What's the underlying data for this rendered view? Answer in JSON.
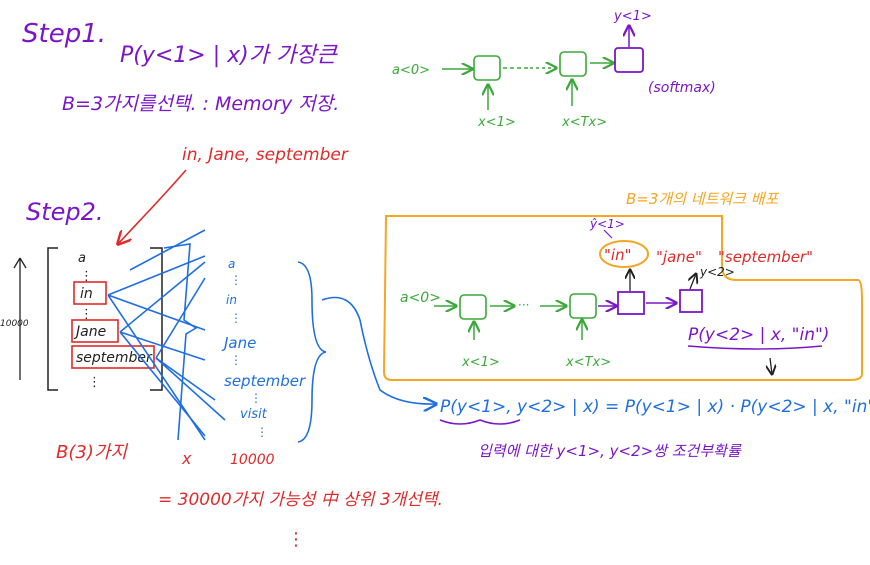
{
  "colors": {
    "purple": "#7a16c8",
    "green": "#3aa83a",
    "red": "#e02a2a",
    "blue": "#1f6fe0",
    "orange": "#f5a623",
    "black": "#222222"
  },
  "step1": {
    "title": "Step1.",
    "prob": "P(y<1> | x)가 가장큰",
    "beam": "B=3가지를선택. : Memory 저장.",
    "rnn": {
      "a0": "a<0>",
      "x1": "x<1>",
      "xTx": "x<Tx>",
      "y1": "y<1>",
      "softmax": "(softmax)"
    }
  },
  "picked_words": "in, Jane, september",
  "step2": {
    "title": "Step2.",
    "vocab_size_left": "10000",
    "vocab_left": [
      "a",
      "⋮",
      "in",
      "⋮",
      "Jane",
      "september",
      "⋮"
    ],
    "vocab_right": [
      "a",
      "⋮",
      "in",
      "⋮",
      "Jane",
      "⋮",
      "september",
      "⋮",
      "visit",
      "⋮"
    ],
    "b_count": "B(3)가지",
    "times": "x",
    "vocab_size_right": "10000",
    "result": "= 30000가지 가능성 中 상위 3개선택.",
    "dots": "⋮",
    "network_title": "B=3개의 네트워크 배포",
    "y1_hat": "ŷ<1>",
    "beam_words": [
      "\"in\"",
      "\"jane\"",
      "\"september\""
    ],
    "rnn": {
      "a0": "a<0>",
      "x1": "x<1>",
      "xTx": "x<Tx>",
      "y2": "y<2>"
    },
    "cond_prob": "P(y<2> | x, \"in\")",
    "formula": "P(y<1>, y<2> | x) = P(y<1> | x) · P(y<2> | x, \"in\")",
    "note": "입력에 대한 y<1>, y<2>쌍 조건부확률"
  }
}
